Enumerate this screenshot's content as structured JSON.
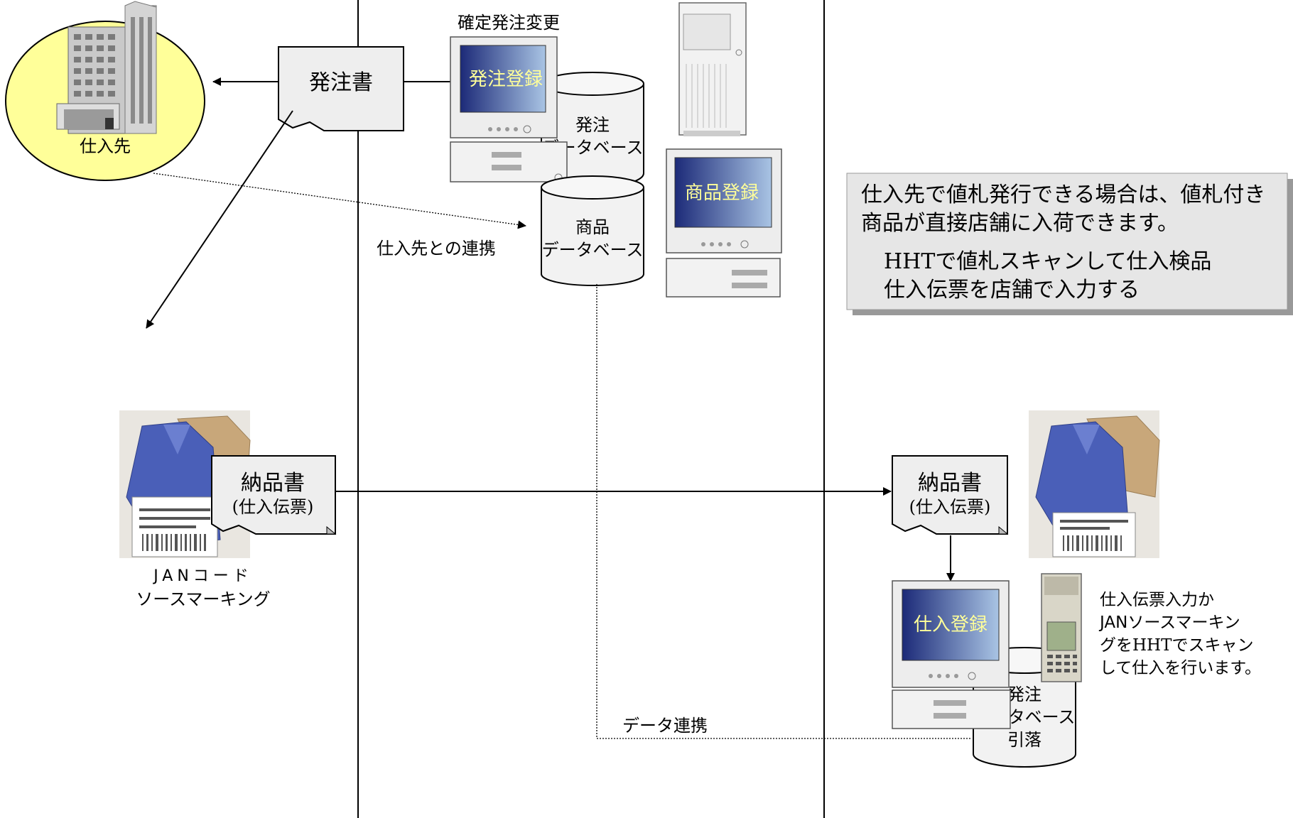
{
  "supplier": {
    "label": "仕入先"
  },
  "po_doc": {
    "label": "発注書"
  },
  "order_terminal": {
    "caption": "確定発注変更",
    "screen": "発注登録"
  },
  "order_db": {
    "line1": "発注",
    "line2": "データベース"
  },
  "product_db": {
    "line1": "商品",
    "line2": "データベース"
  },
  "product_terminal": {
    "screen": "商品登録"
  },
  "supplier_link_label": "仕入先との連携",
  "note": {
    "line1": "仕入先で値札発行できる場合は、値札付き",
    "line2": "商品が直接店舗に入荷できます。",
    "line3": "HHTで値札スキャンして仕入検品",
    "line4": "仕入伝票を店舗で入力する"
  },
  "invoice_left": {
    "line1": "納品書",
    "line2": "(仕入伝票)"
  },
  "invoice_right": {
    "line1": "納品書",
    "line2": "(仕入伝票)"
  },
  "jan_label": {
    "line1": "JANコード",
    "line2": "ソースマーキング"
  },
  "receive_terminal": {
    "screen": "仕入登録"
  },
  "order_db_store": {
    "line1": "発注",
    "line2": "データベース",
    "line3": "引落"
  },
  "hht_note": {
    "line1": "仕入伝票入力か",
    "line2": "JANソースマーキン",
    "line3": "グをHHTでスキャン",
    "line4": "して仕入を行います。"
  },
  "data_link_label": "データ連携",
  "colors": {
    "supplier_fill": "#ffff99",
    "doc_fill": "#eeeeee",
    "screen_dark": "#1c2a78",
    "screen_text": "#ffff99",
    "note_fill": "#e6e6e6"
  }
}
